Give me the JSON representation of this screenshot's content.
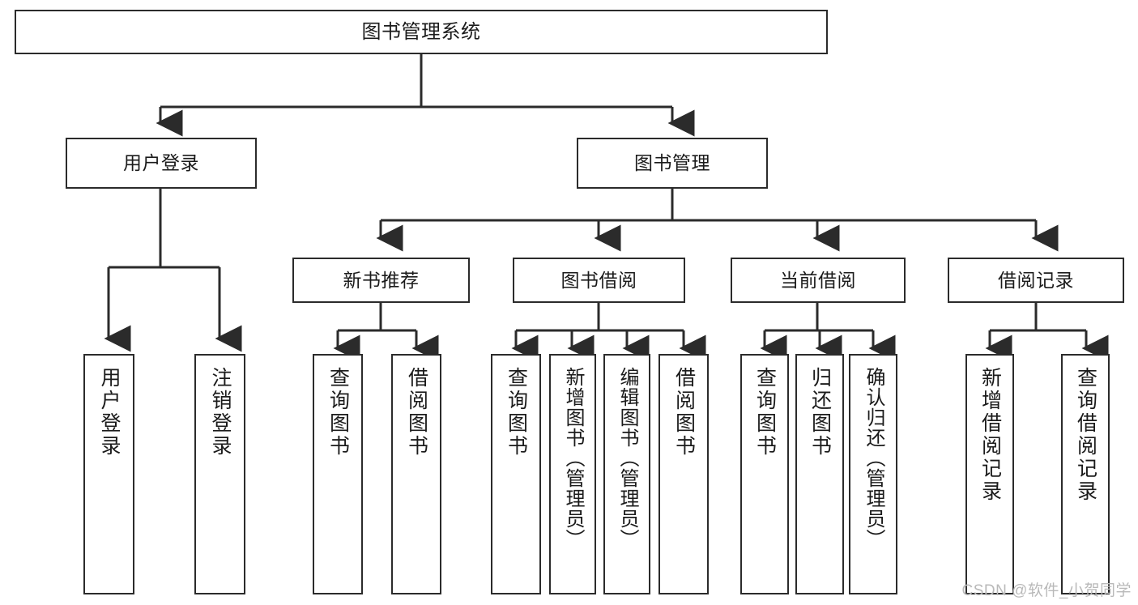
{
  "diagram": {
    "title": "图书管理系统",
    "type": "hierarchy-tree",
    "levels": 4,
    "root": {
      "label": "图书管理系统"
    },
    "level2": [
      {
        "label": "用户登录"
      },
      {
        "label": "图书管理"
      }
    ],
    "level3": [
      {
        "label": "新书推荐"
      },
      {
        "label": "图书借阅"
      },
      {
        "label": "当前借阅"
      },
      {
        "label": "借阅记录"
      }
    ],
    "leaves": {
      "user_login": [
        {
          "label": "用户登录"
        },
        {
          "label": "注销登录"
        }
      ],
      "new_book_recommend": [
        {
          "label": "查询图书"
        },
        {
          "label": "借阅图书"
        }
      ],
      "book_borrow": [
        {
          "label": "查询图书"
        },
        {
          "label": "新增图书（管理员）"
        },
        {
          "label": "编辑图书（管理员）"
        },
        {
          "label": "借阅图书"
        }
      ],
      "current_borrow": [
        {
          "label": "查询图书"
        },
        {
          "label": "归还图书"
        },
        {
          "label": "确认归还（管理员）"
        }
      ],
      "borrow_record": [
        {
          "label": "新增借阅记录"
        },
        {
          "label": "查询借阅记录"
        }
      ]
    }
  },
  "watermark": {
    "text": "CSDN @软件_小贺同学"
  },
  "colors": {
    "stroke": "#2b2b2b",
    "background": "#ffffff",
    "text": "#1b1b1b",
    "watermark": "#b9b9b9"
  }
}
